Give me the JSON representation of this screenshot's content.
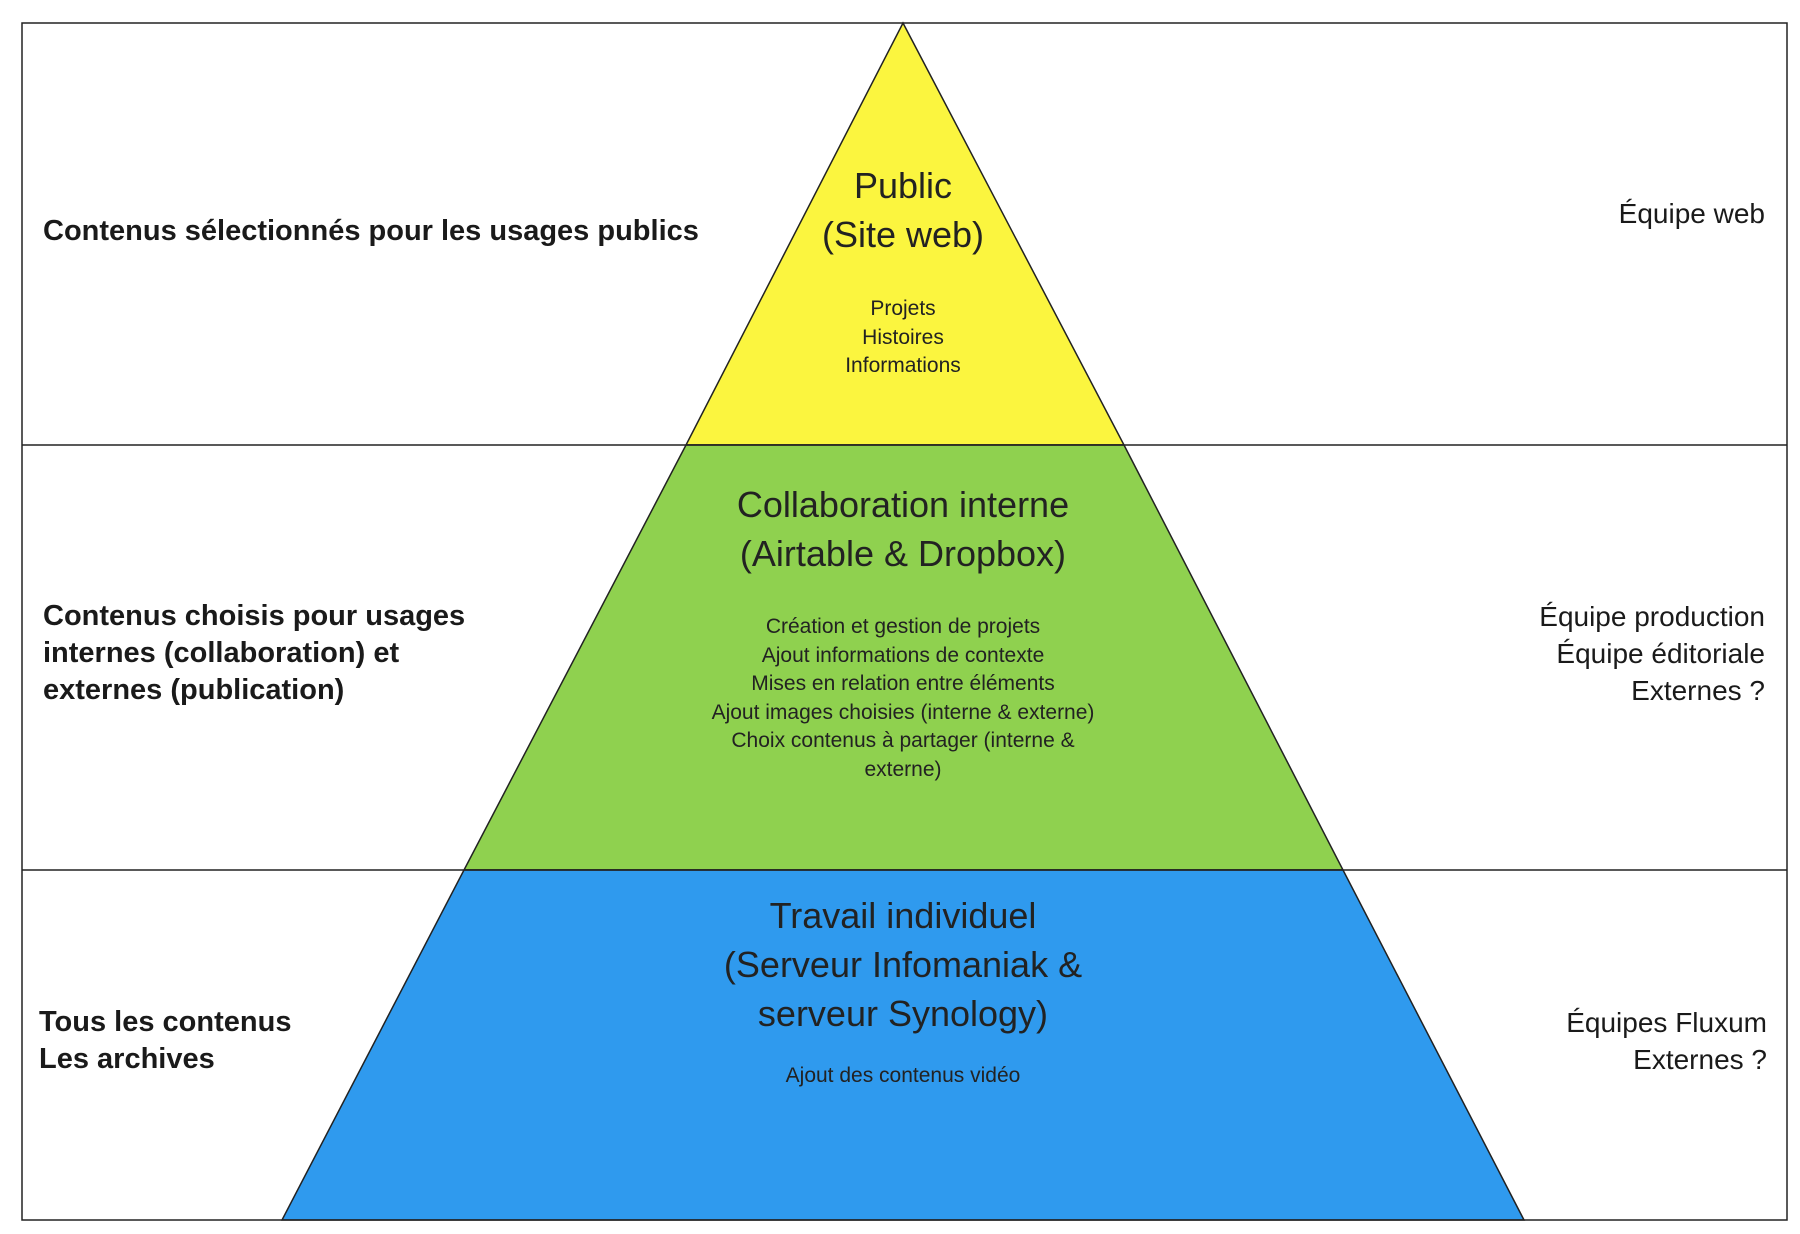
{
  "colors": {
    "tier1": "#fbf53f",
    "tier2": "#8fd14f",
    "tier3": "#2f9aee",
    "border": "#222222"
  },
  "tiers": [
    {
      "left_label": [
        "Contenus sélectionnés pour les usages publics"
      ],
      "title": [
        "Public",
        "(Site web)"
      ],
      "items": [
        "Projets",
        "Histoires",
        "Informations"
      ],
      "right_label": [
        "Équipe web"
      ]
    },
    {
      "left_label": [
        "Contenus choisis pour usages",
        "internes (collaboration) et",
        "externes (publication)"
      ],
      "title": [
        "Collaboration interne",
        "(Airtable & Dropbox)"
      ],
      "items": [
        "Création et gestion de projets",
        "Ajout informations de contexte",
        "Mises en relation entre éléments",
        "Ajout images choisies (interne & externe)",
        "Choix contenus à partager (interne &",
        "externe)"
      ],
      "right_label": [
        "Équipe production",
        "Équipe éditoriale",
        "Externes ?"
      ]
    },
    {
      "left_label": [
        "Tous les contenus",
        "Les archives"
      ],
      "title": [
        "Travail individuel",
        "(Serveur Infomaniak &",
        "serveur Synology)"
      ],
      "items": [
        "Ajout des contenus vidéo"
      ],
      "right_label": [
        "Équipes Fluxum",
        "Externes ?"
      ]
    }
  ]
}
